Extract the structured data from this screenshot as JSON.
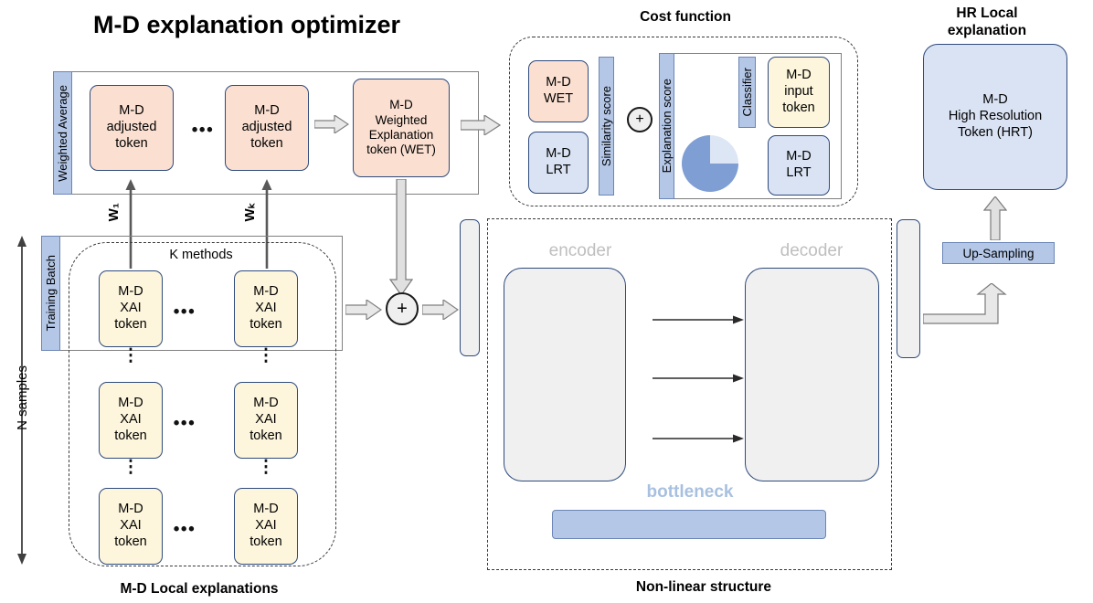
{
  "diagram": {
    "titles": {
      "optimizer": "M-D explanation optimizer",
      "cost_function": "Cost function",
      "hr_local_line1": "HR Local",
      "hr_local_line2": "explanation",
      "local_explanations": "M-D Local explanations",
      "nonlinear": "Non-linear structure"
    },
    "weighted_average": {
      "strip_label": "Weighted Average",
      "adjusted_token_1": "M-D\nadjusted\ntoken",
      "ellipsis": "•••",
      "adjusted_token_k": "M-D\nadjusted\ntoken",
      "wet_token": "M-D\nWeighted\nExplanation\ntoken (WET)"
    },
    "weights": {
      "w1": "W₁",
      "wk": "Wₖ"
    },
    "training_batch": {
      "strip_label": "Training Batch",
      "k_methods": "K methods",
      "n_samples": "N samples",
      "xai_token": "M-D\nXAI\ntoken",
      "ellipsis": "•••",
      "vdots": "⋮",
      "rows": [
        {
          "left": "M-D\nXAI\ntoken",
          "right": "M-D\nXAI\ntoken"
        },
        {
          "left": "M-D\nXAI\ntoken",
          "right": "M-D\nXAI\ntoken"
        },
        {
          "left": "M-D\nXAI\ntoken",
          "right": "M-D\nXAI\ntoken"
        }
      ]
    },
    "cost_function": {
      "wet_box": "M-D\nWET",
      "lrt_box_left": "M-D\nLRT",
      "similarity_score": "Similarity  score",
      "plus": "+",
      "explanation_score": "Explanation score",
      "classifier": "Classifier",
      "input_token": "M-D\ninput\ntoken",
      "lrt_box_right": "M-D\nLRT",
      "pie": {
        "dark_fraction": 0.75,
        "light_fraction": 0.25
      }
    },
    "nonlinear_structure": {
      "encoder": "encoder",
      "decoder": "decoder",
      "bottleneck": "bottleneck"
    },
    "output": {
      "up_sampling": "Up-Sampling",
      "hrt_token": "M-D\nHigh Resolution\nToken (HRT)"
    },
    "junction": {
      "plus": "+"
    },
    "colors": {
      "peach": "#fbe0d2",
      "cream": "#fdf6dc",
      "light_blue": "#dae3f3",
      "strip_blue": "#b4c7e7",
      "box_border": "#2e4a7d",
      "gray_fill": "#f0f0f0",
      "arrow_fill": "#e8e8e8",
      "pie_dark": "#7f9ed3",
      "pie_light": "#dce6f5"
    }
  }
}
